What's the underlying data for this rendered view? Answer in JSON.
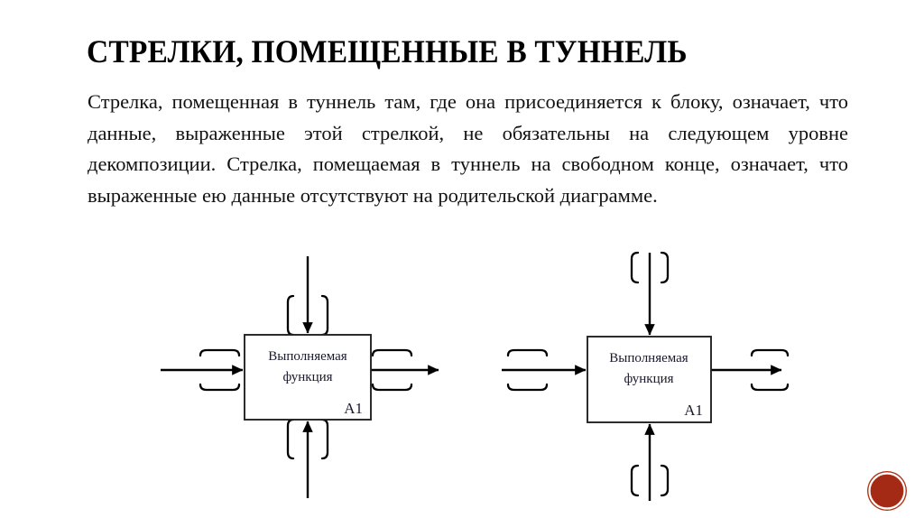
{
  "slide": {
    "title": "СТРЕЛКИ, ПОМЕЩЕННЫЕ В ТУННЕЛЬ",
    "body": "Стрелка, помещенная в туннель там, где она присоединяется к блоку, означает, что данные, выраженные этой стрелкой, не обязательны на следующем уровне декомпозиции. Стрелка, помещаемая в туннель на свободном конце, означает, что выраженные ею данные отсутствуют на родительской диаграмме.",
    "background_color": "#ffffff",
    "text_color": "#000000"
  },
  "diagrams": [
    {
      "id": "left-diagram",
      "name": "tunnel-at-block-diagram",
      "block": {
        "label_line1": "Выполняемая",
        "label_line2": "функция",
        "id_label": "A1"
      },
      "tunnel_position": "at-block",
      "arrows": [
        {
          "name": "control-arrow",
          "direction": "down",
          "side": "top",
          "tunneled": true
        },
        {
          "name": "input-arrow",
          "direction": "right",
          "side": "left",
          "tunneled": true
        },
        {
          "name": "output-arrow",
          "direction": "right",
          "side": "right",
          "tunneled": true
        },
        {
          "name": "mechanism-arrow",
          "direction": "up",
          "side": "bottom",
          "tunneled": true
        }
      ]
    },
    {
      "id": "right-diagram",
      "name": "tunnel-at-free-end-diagram",
      "block": {
        "label_line1": "Выполняемая",
        "label_line2": "функция",
        "id_label": "A1"
      },
      "tunnel_position": "at-free-end",
      "arrows": [
        {
          "name": "control-arrow",
          "direction": "down",
          "side": "top",
          "tunneled": true
        },
        {
          "name": "input-arrow",
          "direction": "right",
          "side": "left",
          "tunneled": true
        },
        {
          "name": "output-arrow",
          "direction": "right",
          "side": "right",
          "tunneled": true
        },
        {
          "name": "mechanism-arrow",
          "direction": "up",
          "side": "bottom",
          "tunneled": true
        }
      ]
    }
  ],
  "logo": {
    "name": "corner-logo",
    "fill_color": "#a52a15",
    "ring_color": "#ffffff",
    "outer_color": "#b13418"
  }
}
